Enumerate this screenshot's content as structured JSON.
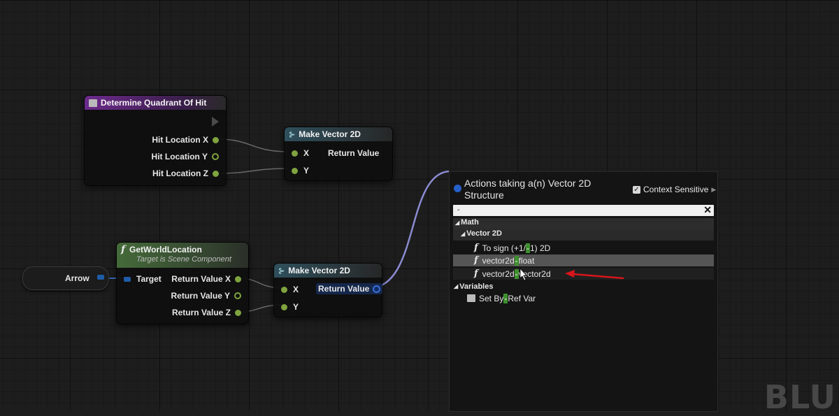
{
  "nodes": {
    "determine": {
      "title": "Determine Quadrant Of Hit",
      "pins": [
        "Hit Location X",
        "Hit Location Y",
        "Hit Location Z"
      ]
    },
    "make_vector_top": {
      "title": "Make Vector 2D",
      "in_x": "X",
      "in_y": "Y",
      "out": "Return Value"
    },
    "get_world_location": {
      "title": "GetWorldLocation",
      "subtitle": "Target is Scene Component",
      "target": "Target",
      "outs": [
        "Return Value X",
        "Return Value Y",
        "Return Value Z"
      ]
    },
    "make_vector_bottom": {
      "title": "Make Vector 2D",
      "in_x": "X",
      "in_y": "Y",
      "out": "Return Value"
    },
    "arrow_var": {
      "label": "Arrow"
    }
  },
  "action_menu": {
    "title": "Actions taking a(n) Vector 2D Structure",
    "context_sensitive": "Context Sensitive",
    "context_checked": true,
    "search_value": "-",
    "categories": {
      "math": "Math",
      "vector2d": "Vector 2D",
      "variables": "Variables"
    },
    "items": {
      "to_sign": {
        "pre": "To sign (+1/",
        "hl": "-",
        "post": "1) 2D"
      },
      "vec_minus_float": {
        "pre": "vector2d ",
        "hl": "-",
        "post": " float"
      },
      "vec_minus_vec": {
        "pre": "vector2d ",
        "hl": "-",
        "post": " vector2d"
      },
      "set_by_ref": {
        "pre": "Set By",
        "hl": "-",
        "post": "Ref Var"
      }
    }
  },
  "watermark": "BLU",
  "colors": {
    "function_header": "#456a3a",
    "macro_header": "#6c2a8c",
    "pure_header": "#2e4f5c",
    "float_pin": "#7fa43f",
    "struct_wire": "#8a8ad0",
    "highlight": "#3e8f2d",
    "annotation_arrow": "#d8151a"
  }
}
